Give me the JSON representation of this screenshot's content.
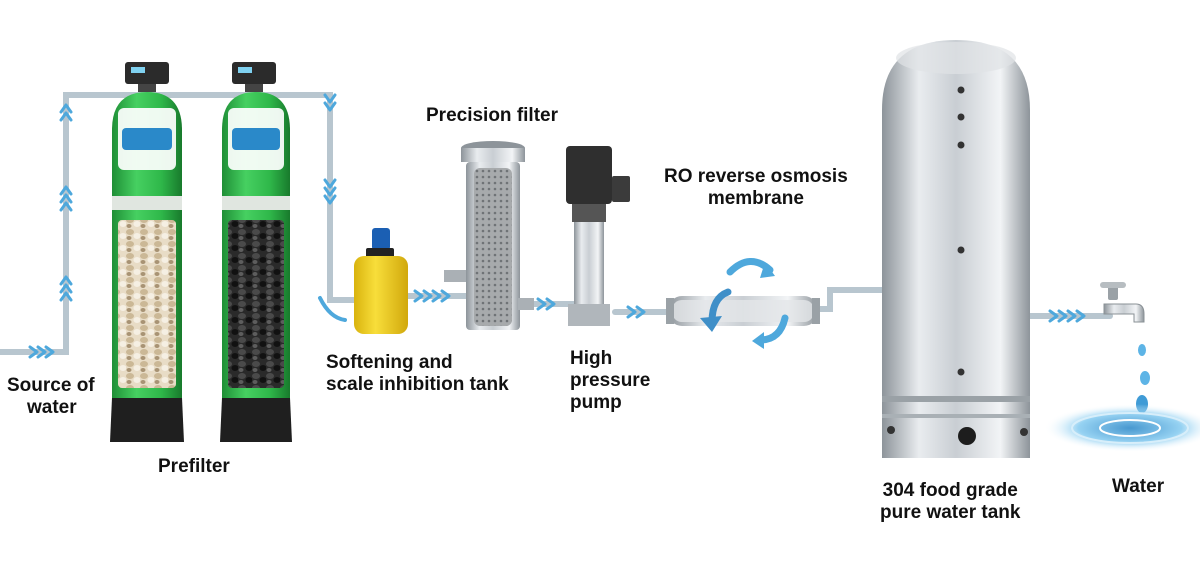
{
  "labels": {
    "source": [
      "Source of",
      "water"
    ],
    "prefilter": "Prefilter",
    "softening": [
      "Softening and",
      "scale inhibition tank"
    ],
    "precision": "Precision filter",
    "pump": [
      "High",
      "pressure",
      "pump"
    ],
    "ro": [
      "RO reverse osmosis",
      "membrane"
    ],
    "tank": [
      "304 food grade",
      "pure water tank"
    ],
    "water": "Water"
  },
  "colors": {
    "pipe": "#b8c6cf",
    "flow_arrow": "#4ea8dc",
    "filter_body": "#2fb84a",
    "filter_base": "#1f1f1f",
    "dosing_tank": "#f2cf1c",
    "steel": "#c9ced3",
    "water": "#5db4e6"
  },
  "icons": [
    "flow-arrow-icon",
    "recirculation-arrow-icon",
    "faucet-icon",
    "water-drop-icon"
  ]
}
